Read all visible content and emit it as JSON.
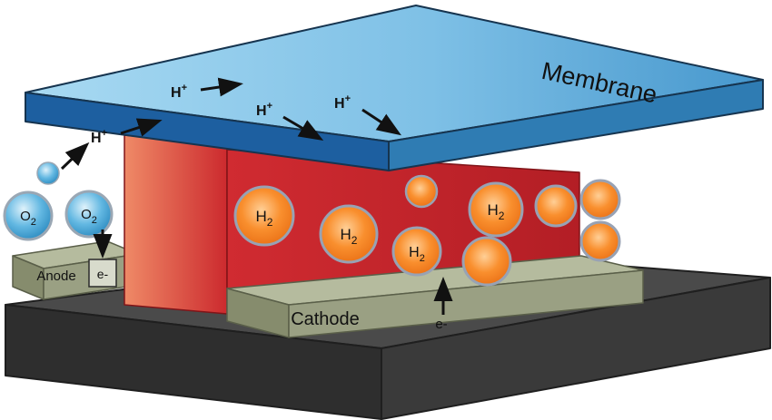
{
  "diagram": {
    "type": "fuel-cell-membrane-schematic",
    "labels": {
      "membrane": "Membrane",
      "anode": "Anode",
      "cathode": "Cathode",
      "electron": "e-",
      "proton": {
        "base": "H",
        "sup": "+"
      },
      "hydrogen": {
        "base": "H",
        "sub": "2"
      },
      "oxygen": {
        "base": "O",
        "sub": "2"
      }
    },
    "colors": {
      "membrane_top_light": "#a9daf2",
      "membrane_top_dark": "#4697cd",
      "membrane_front_edge": "#1d5fa0",
      "membrane_side": "#2f7cb3",
      "membrane_outline": "#16344f",
      "red_face": "#c4232b",
      "red_pillar_light": "#ef8a67",
      "red_outline": "#801418",
      "hydrogen_fill": "#f47a1f",
      "hydrogen_ring": "#98a2b4",
      "oxygen_fill": "#2e8fc4",
      "oxygen_ring": "#9aa7b4",
      "electrode_top": "#b5bb9e",
      "electrode_side": "#868c6d",
      "electrode_front": "#9aa083",
      "electrode_outline": "#5a5f49",
      "base_top": "#4a4a4a",
      "base_front_left": "#2e2e2e",
      "base_front_right": "#3a3a3a",
      "base_outline": "#1f1f1f",
      "electron_box_fill": "#d8dbcc",
      "arrow": "#111111"
    }
  }
}
